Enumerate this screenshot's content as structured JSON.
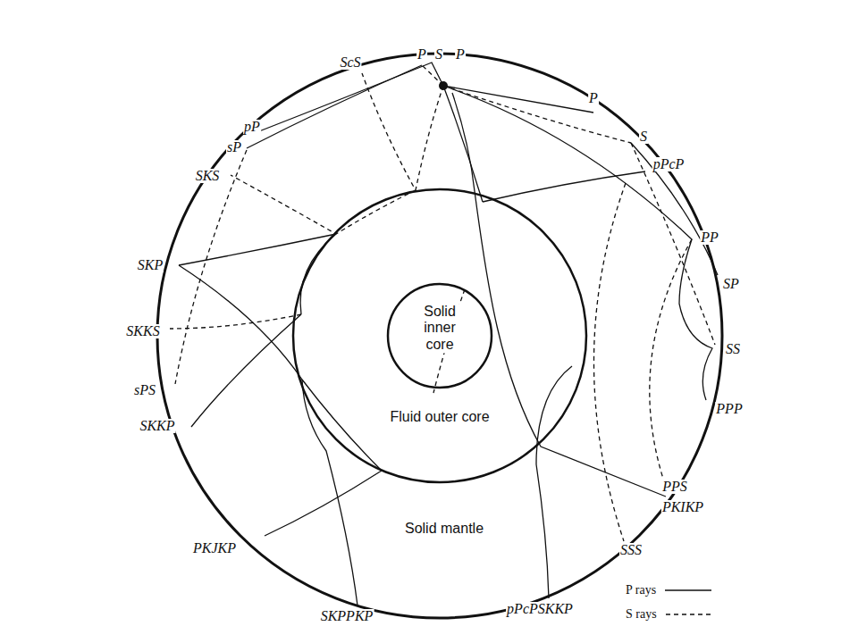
{
  "diagram": {
    "nodes": [
      {
        "text": [
          "Solid mantle"
        ]
      },
      {
        "text": [
          "Fluid outer core"
        ],
        "in": 0
      },
      {
        "text": [
          "Solid inner core"
        ],
        "in": 1
      }
    ],
    "labels": [
      "ScS",
      "P",
      "S",
      "P",
      "pP",
      "sP",
      "SKS",
      "SKP",
      "SKKS",
      "sPS",
      "SKKP",
      "PKJKP",
      "SKPPKP",
      "pPcPSKKP",
      "P",
      "S",
      "pPcP",
      "PP",
      "SP",
      "SS",
      "PPP",
      "PPS",
      "PKIKP",
      "SSS"
    ],
    "legend": [
      {
        "text": "P rays"
      },
      {
        "text": "S rays"
      }
    ]
  }
}
